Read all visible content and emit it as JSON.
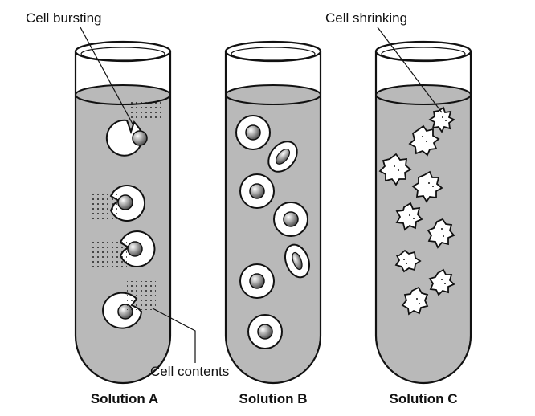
{
  "labels": {
    "cell_bursting": "Cell bursting",
    "cell_shrinking": "Cell shrinking",
    "cell_contents": "Cell contents"
  },
  "tubes": [
    {
      "caption": "Solution A",
      "cell_state": "bursting"
    },
    {
      "caption": "Solution B",
      "cell_state": "normal"
    },
    {
      "caption": "Solution C",
      "cell_state": "shrinking"
    }
  ],
  "colors": {
    "solution": "#b9b9b9",
    "outline": "#111111",
    "cell_fill": "#ffffff",
    "background": "#ffffff"
  }
}
